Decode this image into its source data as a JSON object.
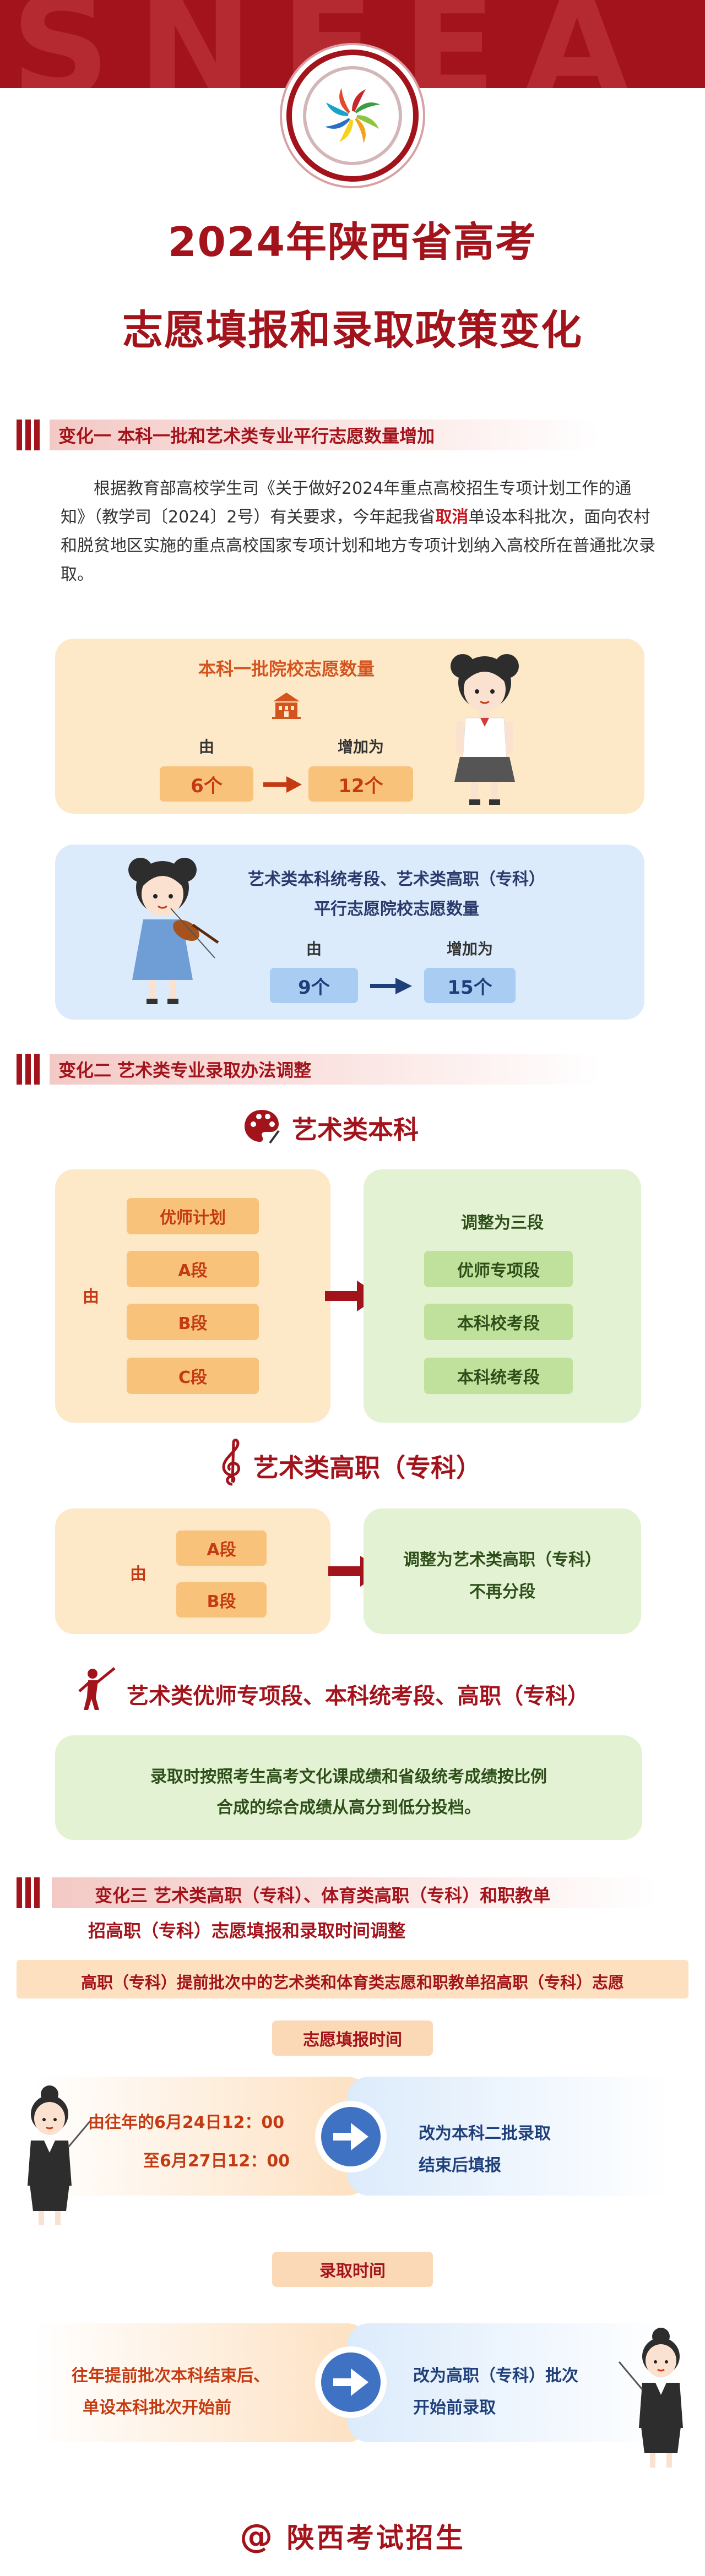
{
  "header": {
    "watermark": "SNEEA",
    "title_line1": "2024年陕西省高考",
    "title_line2": "志愿填报和录取政策变化"
  },
  "change1": {
    "heading": "变化一  本科一批和艺术类专业平行志愿数量增加",
    "para_before": "根据教育部高校学生司《关于做好2024年重点高校招生专项计划工作的通知》（教学司〔2024〕2号）有关要求，今年起我省",
    "para_highlight": "取消",
    "para_after": "单设本科批次，面向农村和脱贫地区实施的重点高校国家专项计划和地方专项计划纳入高校所在普通批次录取。",
    "card1": {
      "title": "本科一批院校志愿数量",
      "from_label": "由",
      "to_label": "增加为",
      "from_value": "6个",
      "to_value": "12个"
    },
    "card2": {
      "title_line1": "艺术类本科统考段、艺术类高职（专科）",
      "title_line2": "平行志愿院校志愿数量",
      "from_label": "由",
      "to_label": "增加为",
      "from_value": "9个",
      "to_value": "15个"
    }
  },
  "change2": {
    "heading": "变化二  艺术类专业录取办法调整",
    "sub1": {
      "title": "艺术类本科",
      "from_label": "由",
      "old_items": [
        "优师计划",
        "A段",
        "B段",
        "C段"
      ],
      "new_title": "调整为三段",
      "new_items": [
        "优师专项段",
        "本科校考段",
        "本科统考段"
      ]
    },
    "sub2": {
      "title": "艺术类高职（专科）",
      "from_label": "由",
      "old_items": [
        "A段",
        "B段"
      ],
      "new_line1": "调整为艺术类高职（专科）",
      "new_line2": "不再分段"
    },
    "sub3": {
      "title": "艺术类优师专项段、本科统考段、高职（专科）",
      "line1": "录取时按照考生高考文化课成绩和省级统考成绩按比例",
      "line2": "合成的综合成绩从高分到低分投档。"
    }
  },
  "change3": {
    "heading_line1": "变化三  艺术类高职（专科）、体育类高职（专科）和职教单",
    "heading_line2": "招高职（专科）志愿填报和录取时间调整",
    "banner": "高职（专科）提前批次中的艺术类和体育类志愿和职教单招高职（专科）志愿",
    "fill_label": "志愿填报时间",
    "fill_old_line1": "由往年的6月24日12：00",
    "fill_old_line2": "至6月27日12：00",
    "fill_new_line1": "改为本科二批录取",
    "fill_new_line2": "结束后填报",
    "admit_label": "录取时间",
    "admit_old_line1": "往年提前批次本科结束后、",
    "admit_old_line2": "单设本科批次开始前",
    "admit_new_line1": "改为高职（专科）批次",
    "admit_new_line2": "开始前录取"
  },
  "footer": {
    "at": "@",
    "text": "陕西考试招生"
  },
  "colors": {
    "brand_red": "#a3131b",
    "orange_card": "#fde8c8",
    "orange_pill": "#f8c27b",
    "blue_card": "#dcebfb",
    "blue_pill": "#a9cdf2",
    "green_card": "#e3f2d3",
    "green_pill": "#bfe19b"
  }
}
